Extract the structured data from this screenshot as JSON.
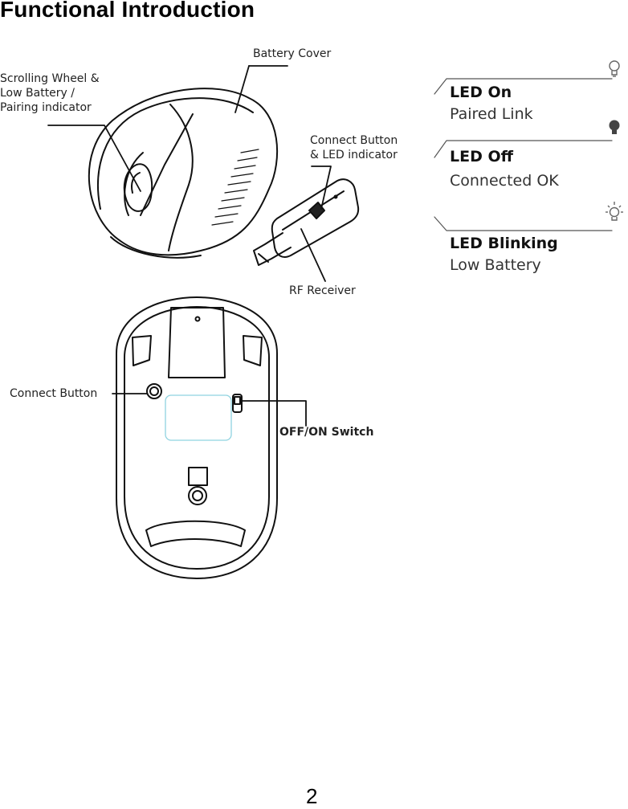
{
  "page": {
    "title": "Functional Introduction",
    "page_number": "2"
  },
  "top_view": {
    "battery_cover": "Battery Cover",
    "scrolling_wheel": "Scrolling Wheel &\nLow Battery /\nPairing indicator",
    "connect_button_led": "Connect Button\n& LED indicator",
    "rf_receiver": "RF Receiver"
  },
  "bottom_view": {
    "connect_button": "Connect Button",
    "off_on_switch": "OFF/ON Switch"
  },
  "led_legend": [
    {
      "state": "LED On",
      "meaning": "Paired Link",
      "icon": "bulb-lit-icon"
    },
    {
      "state": "LED Off",
      "meaning": "Connected OK",
      "icon": "bulb-off-icon"
    },
    {
      "state": "LED Blinking",
      "meaning": "Low Battery",
      "icon": "bulb-blinking-icon"
    }
  ],
  "colors": {
    "line": "#111111",
    "label_panel": "#8fd3e0"
  }
}
